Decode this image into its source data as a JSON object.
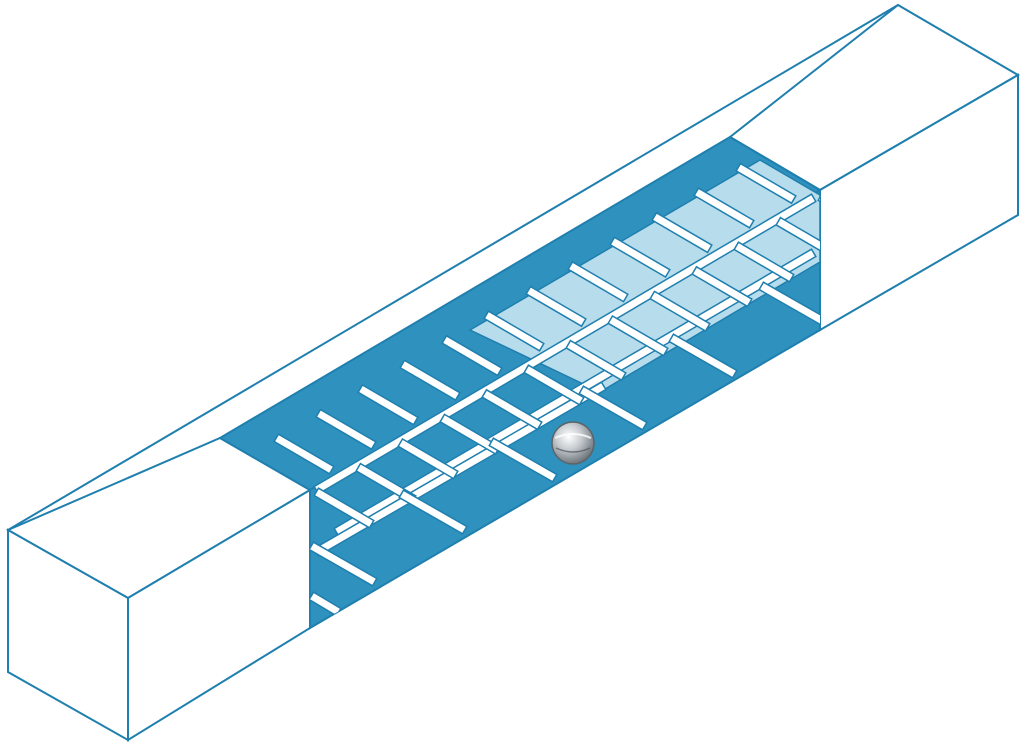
{
  "diagram": {
    "description_visible_text": "",
    "colors": {
      "outline": "#1f7fae",
      "cut_face": "#2f91be",
      "cut_face_light": "#b7dcec",
      "bar_fill": "#ffffff",
      "bar_stroke": "#1f7fae",
      "sensor": "#9aa2a8"
    },
    "components": {
      "beam": "concrete-beam",
      "cutaway": "cutaway-section",
      "rebar": "reinforcement-grid",
      "sensor": "embedded-sensor-sphere"
    }
  }
}
